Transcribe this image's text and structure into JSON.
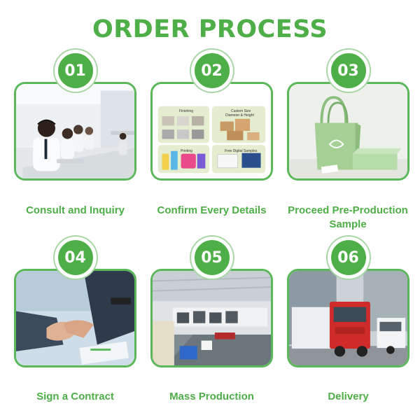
{
  "title": "ORDER PROCESS",
  "steps": [
    {
      "number": "01",
      "label": "Consult and Inquiry"
    },
    {
      "number": "02",
      "label": "Confirm Every Details"
    },
    {
      "number": "03",
      "label": "Proceed Pre-Production Sample"
    },
    {
      "number": "04",
      "label": "Sign a Contract"
    },
    {
      "number": "05",
      "label": "Mass Production"
    },
    {
      "number": "06",
      "label": "Delivery"
    }
  ],
  "details_panel": {
    "finishing": "Finishing",
    "custom_size": "Custom Size",
    "diameter_height": "Diameter & Height",
    "printing": "Printing",
    "free_samples": "Free Digital Samples"
  },
  "colors": {
    "accent": "#4eae47",
    "border": "#5bb85a"
  }
}
